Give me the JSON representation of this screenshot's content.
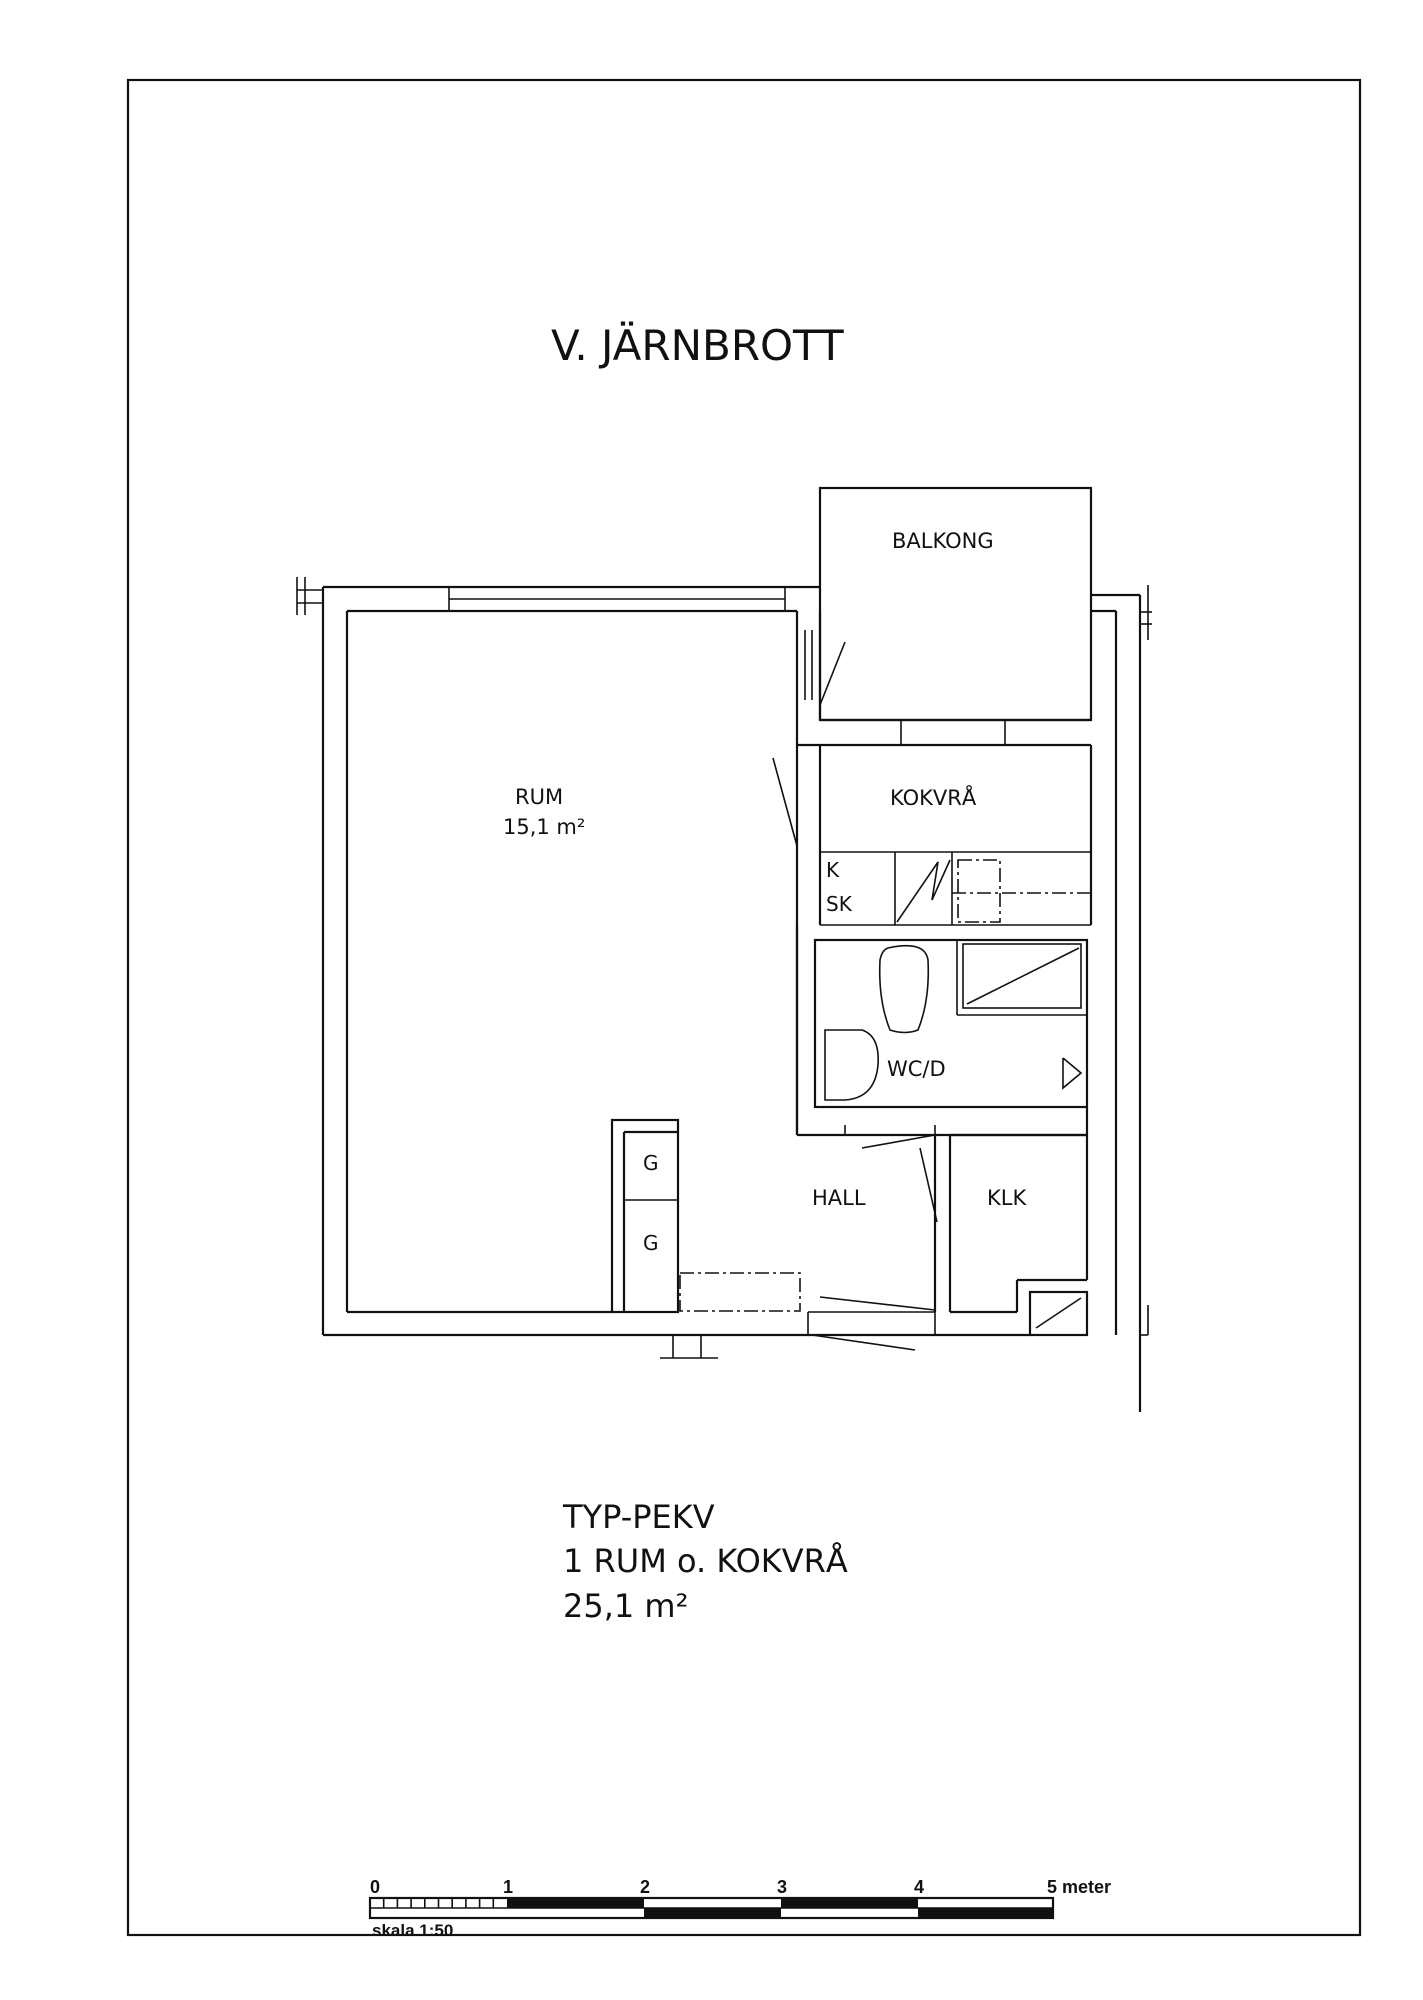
{
  "title": "V. JÄRNBROTT",
  "rooms": {
    "balkong": "BALKONG",
    "rum_name": "RUM",
    "rum_area": "15,1 m²",
    "kokvra": "KOKVRÅ",
    "k": "K",
    "sk": "SK",
    "wc": "WC/D",
    "hall": "HALL",
    "klk": "KLK",
    "g1": "G",
    "g2": "G"
  },
  "summary": {
    "line1": "TYP-PEKV",
    "line2": "1 RUM o. KOKVRÅ",
    "line3": "25,1 m²"
  },
  "scale_bar": {
    "ticks": [
      "0",
      "1",
      "2",
      "3",
      "4",
      "5 meter"
    ],
    "caption": "skala 1:50"
  }
}
